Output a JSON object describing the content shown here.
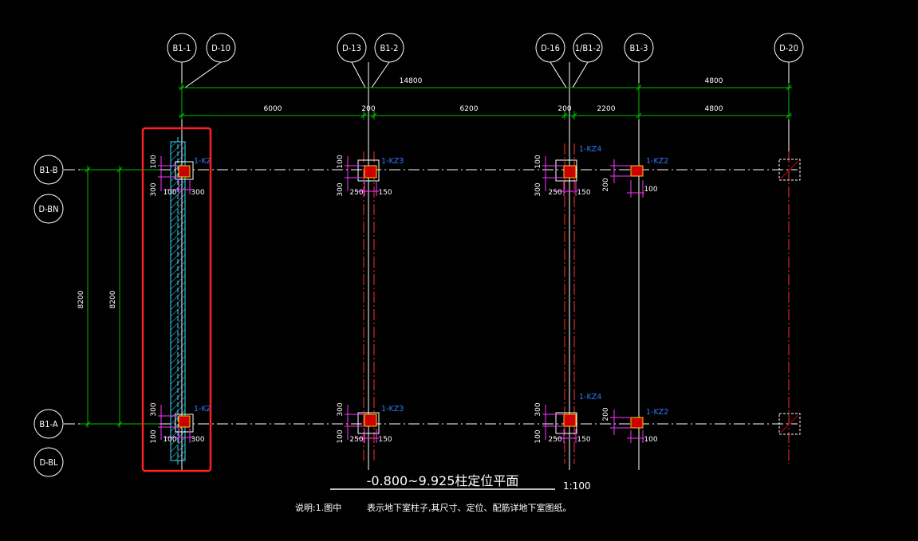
{
  "grid": {
    "top_bubbles": [
      "B1-1",
      "D-10",
      "D-13",
      "B1-2",
      "D-16",
      "1/B1-2",
      "B1-3",
      "D-20"
    ],
    "left_bubbles": [
      "B1-B",
      "D-BN",
      "B1-A",
      "D-BL"
    ]
  },
  "dims": {
    "top_row1": [
      "14800",
      "4800"
    ],
    "top_row2": [
      "6000",
      "200",
      "6200",
      "200",
      "2200",
      "4800"
    ],
    "left": [
      "8200",
      "8200"
    ]
  },
  "columns": {
    "labels": [
      "1-KZ",
      "1-KZ3",
      "1-KZ4",
      "1-KZ2",
      "1-KZ",
      "1-KZ3",
      "1-KZ4",
      "1-KZ2"
    ],
    "offsets_top": [
      "100",
      "300",
      "100",
      "300",
      "100",
      "300",
      "250",
      "150",
      "100",
      "300",
      "250",
      "150",
      "200",
      "100"
    ],
    "offsets_bottom": [
      "300",
      "100",
      "100",
      "300",
      "300",
      "100",
      "250",
      "150",
      "300",
      "100",
      "250",
      "150",
      "200",
      "100"
    ]
  },
  "title": {
    "main": "-0.800~9.925柱定位平面",
    "scale": "1:100",
    "note_prefix": "说明:1.图中",
    "note_body": "表示地下室柱子,其尺寸、定位、配筋详地下室图纸。"
  },
  "colors": {
    "background": "#000000",
    "line": "#ffffff",
    "dimension": "#00c000",
    "column_fill": "#cc0000",
    "column_outline": "#ffcc00",
    "offset_dim": "#ff33ff",
    "grid_axis": "#ff3030",
    "label": "#2f7bff",
    "wall_hatch": "#33e0ff",
    "highlight": "#ff2020"
  }
}
